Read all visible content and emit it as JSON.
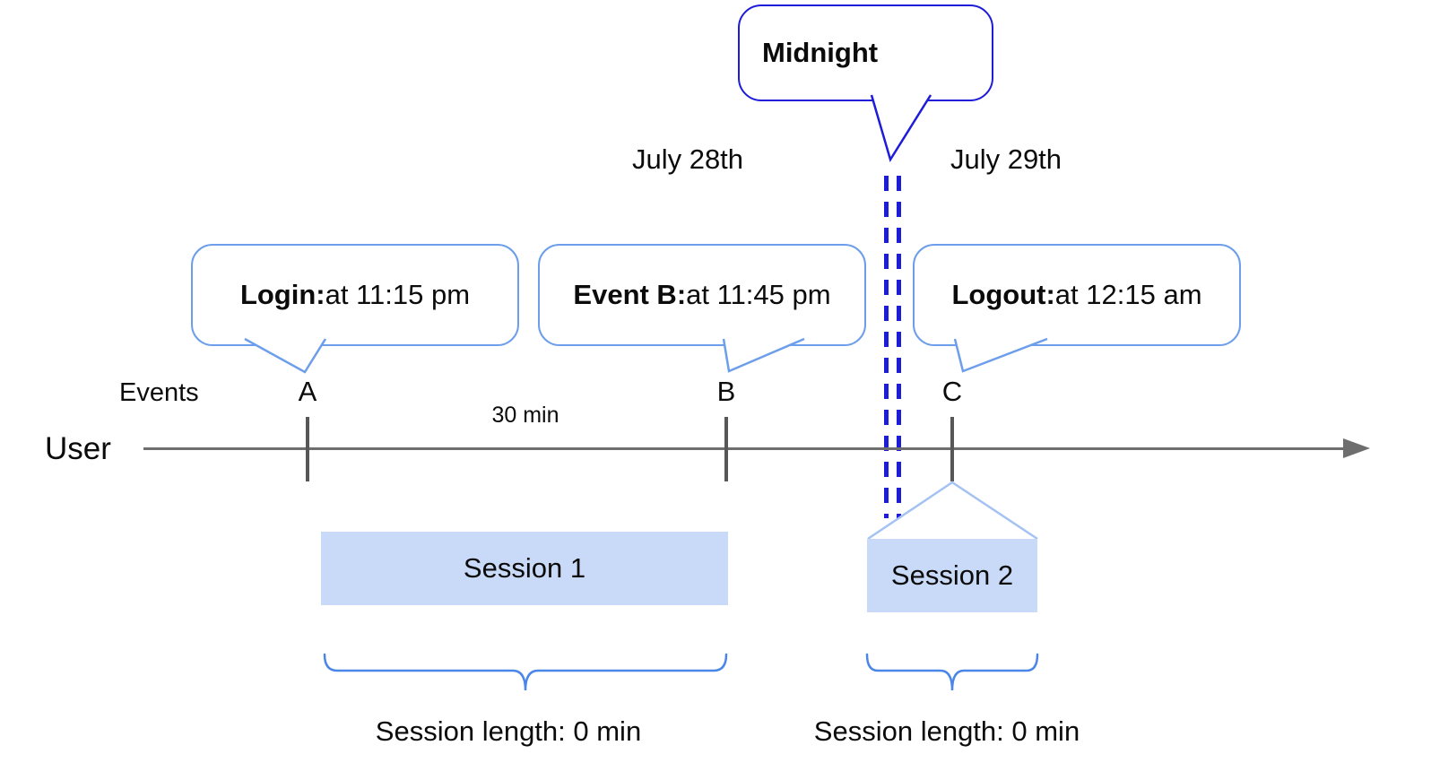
{
  "title": "User session timeline diagram",
  "colors": {
    "midnight_blue": "#1c1cd9",
    "callout_blue": "#6d9eeb",
    "brace_blue": "#4a86e8",
    "triangle_blue": "#a4c2f4",
    "session_fill": "#c9daf8",
    "axis_gray": "#6e6e6e",
    "tick_gray": "#575757",
    "text_black": "#0b0b0b"
  },
  "midnight": {
    "label": "Midnight"
  },
  "dates": {
    "left": "July 28th",
    "right": "July 29th"
  },
  "axis": {
    "events_label": "Events",
    "user_label": "User",
    "interval_label": "30 min",
    "markers": [
      "A",
      "B",
      "C"
    ]
  },
  "callouts": [
    {
      "title": "Login:",
      "detail": " at 11:15 pm"
    },
    {
      "title": "Event B:",
      "detail": " at 11:45 pm"
    },
    {
      "title": "Logout:",
      "detail": " at 12:15 am"
    }
  ],
  "sessions": [
    {
      "label": "Session 1",
      "length": "Session length: 0 min"
    },
    {
      "label": "Session 2",
      "length": "Session length: 0 min"
    }
  ]
}
